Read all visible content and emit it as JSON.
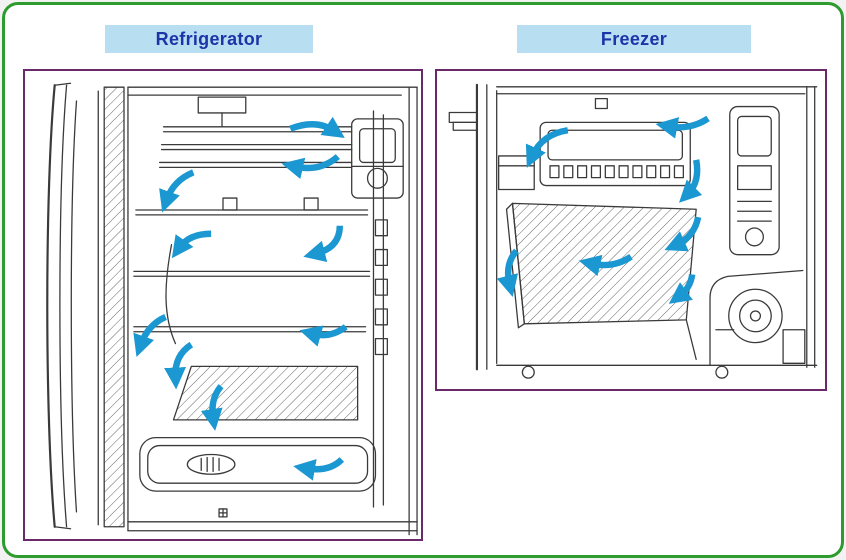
{
  "panels": [
    {
      "id": "refrigerator",
      "title": "Refrigerator"
    },
    {
      "id": "freezer",
      "title": "Freezer"
    }
  ],
  "colors": {
    "frame_border": "#2e9b2e",
    "title_bg": "#b8def2",
    "title_text": "#1b35a8",
    "diagram_border": "#6a2a6a",
    "line_art": "#3a3a3a",
    "arrow": "#1b97d1"
  },
  "icons": {
    "airflow_arrow": "thick curved blue arrow indicating air circulation"
  }
}
